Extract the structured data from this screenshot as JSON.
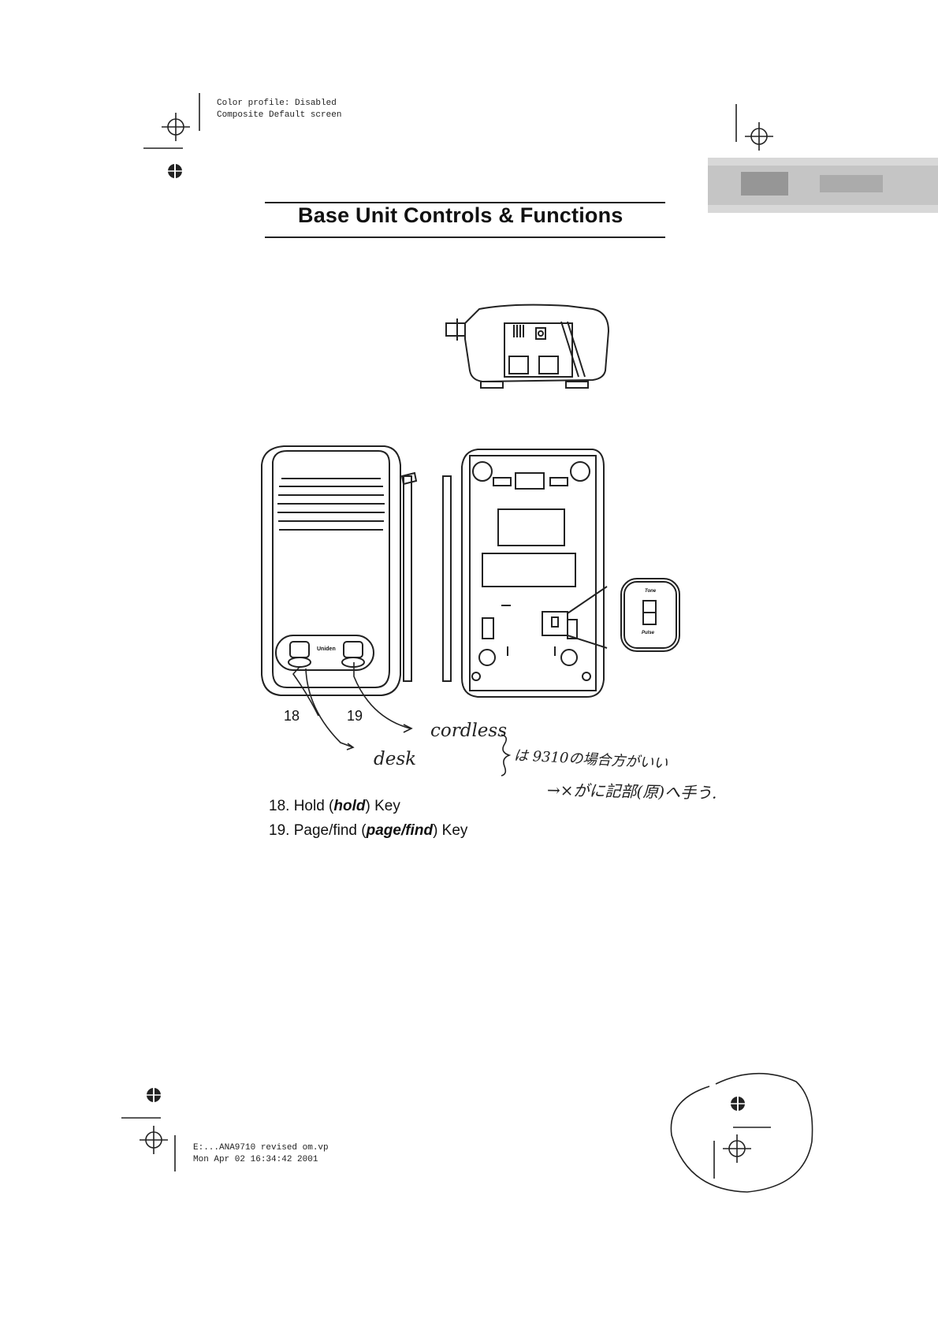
{
  "header_note": {
    "line1": "Color profile: Disabled",
    "line2": "Composite  Default screen"
  },
  "title": "Base Unit Controls & Functions",
  "figure": {
    "callouts": [
      "18",
      "19"
    ],
    "tone_label": "Tone",
    "pulse_label": "Pulse",
    "brand": "Uniden"
  },
  "handwritten": {
    "cordless": "cordless",
    "desk": "desk",
    "note_line1": "は 9310の場合方がいい",
    "note_line2": "→×がに記部(原)へ手う."
  },
  "items": [
    {
      "num": "18.",
      "prefix": "Hold (",
      "key": "hold",
      "suffix": ") Key"
    },
    {
      "num": "19.",
      "prefix": "Page/find (",
      "key": "page/find",
      "suffix": ") Key"
    }
  ],
  "footer_note": {
    "line1": "E:...ANA9710 revised om.vp",
    "line2": "Mon Apr 02 16:34:42 2001"
  }
}
